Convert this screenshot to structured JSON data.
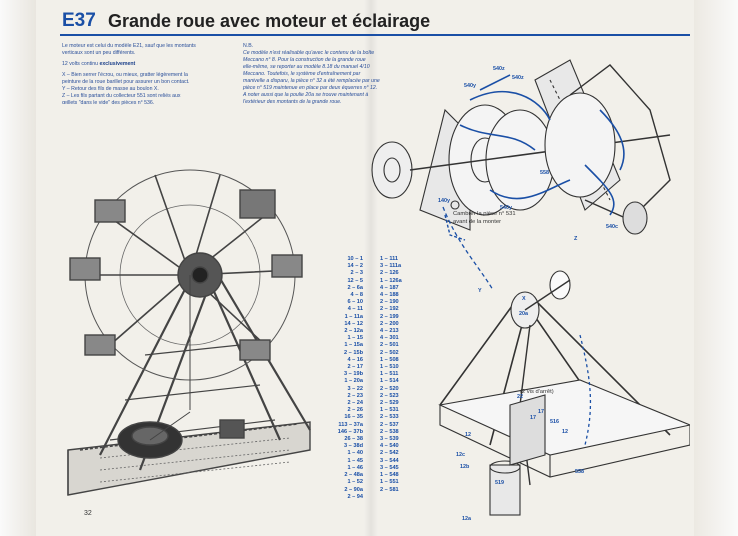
{
  "header": {
    "code": "E37",
    "title": "Grande roue avec moteur et éclairage"
  },
  "intro": {
    "lines": [
      "Le moteur est celui du modèle E21, sauf que les montants",
      "verticaux sont un peu différents."
    ],
    "volts_prefix": "12 volts continu",
    "volts_emph": "exclusivement",
    "notes": [
      "X – Bien serrer l'écrou, ou mieux, gratter légèrement la",
      "peinture de la roue barillet pour assurer un bon contact.",
      "Y – Retour des fils de masse au boulon X.",
      "Z – Les fils partant du collecteur 551 sont reliés aux",
      "œillets \"dans le vide\" des pièces n° 536."
    ]
  },
  "nb": {
    "heading": "N.B.",
    "lines": [
      "Ce modèle n'est réalisable qu'avec le contenu de la boîte",
      "Meccano n° 8. Pour la construction de la grande roue",
      "elle-même, se reporter au modèle 8.18 du manuel 4/10",
      "Meccano. Toutefois, le système d'entraînement par",
      "manivelle a disparu, la pièce n° 32 a été remplacée par une",
      "pièce n° 519 maintenue en place par deux équerres n° 12.",
      "A noter aussi que la poulie 20a se trouve maintenant à",
      "l'extérieur des montants de la grande roue."
    ]
  },
  "parts_left": [
    "10 – 1",
    "14 – 2",
    "2 – 3",
    "12 – 5",
    "2 – 6a",
    "4 – 8",
    "6 – 10",
    "4 – 11",
    "1 – 11a",
    "14 – 12",
    "2 – 12a",
    "1 – 15",
    "1 – 15a",
    "2 – 15b",
    "4 – 16",
    "2 – 17",
    "3 – 19b",
    "1 – 20a",
    "3 – 22",
    "2 – 23",
    "2 – 24",
    "2 – 26",
    "16 – 35",
    "113 – 37a",
    "146 – 37b",
    "26 – 38",
    "3 – 38d",
    "1 – 40",
    "1 – 45",
    "1 – 46",
    "2 – 48a",
    "1 – 52",
    "2 – 90a",
    "2 – 94"
  ],
  "parts_right": [
    "1 – 111",
    "3 – 111a",
    "2 – 126",
    "1 – 126a",
    "4 – 187",
    "4 – 188",
    "2 – 190",
    "2 – 192",
    "2 – 199",
    "2 – 200",
    "4 – 213",
    "4 – 301",
    "2 – 501",
    "2 – 502",
    "1 – 508",
    "1 – 510",
    "1 – 511",
    "1 – 514",
    "2 – 520",
    "2 – 523",
    "2 – 529",
    "1 – 531",
    "2 – 533",
    "2 – 537",
    "2 – 538",
    "3 – 539",
    "4 – 540",
    "2 – 542",
    "3 – 544",
    "3 – 545",
    "1 – 548",
    "1 – 551",
    "2 – 581"
  ],
  "annotations": {
    "cambrer": [
      "Cambrer la pièce n° 531",
      "avant de la monter"
    ],
    "vis": "(2 vis d'arrêt)"
  },
  "labels": [
    "540y",
    "540z",
    "540z",
    "540c",
    "558",
    "540y",
    "140y",
    "X",
    "Y",
    "Z",
    "20a",
    "22",
    "17",
    "17",
    "516",
    "12",
    "12b",
    "12a",
    "12c",
    "558",
    "519",
    "12"
  ],
  "page_number": "32",
  "colors": {
    "accent": "#1a4fa6",
    "text": "#222222",
    "line": "#333333"
  }
}
